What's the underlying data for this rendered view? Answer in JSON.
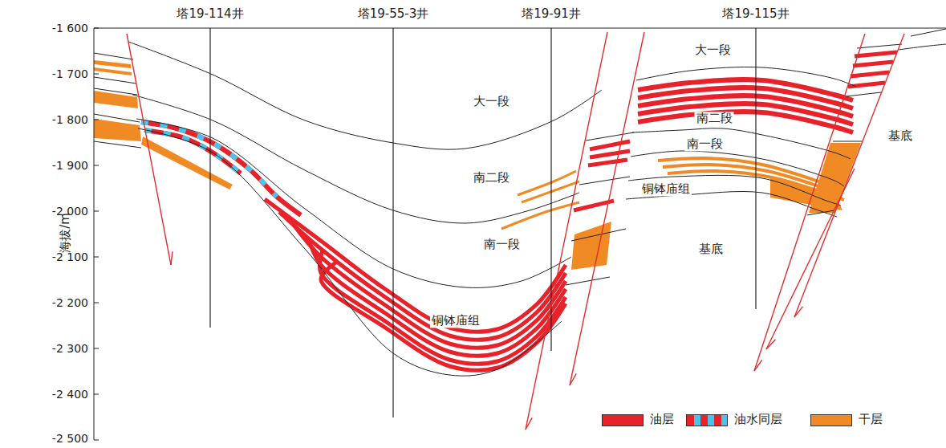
{
  "diagram": {
    "labels": [
      "塔19-114井",
      "塔19-55-3井",
      "塔19-91井",
      "塔19-115井",
      "-1 600",
      "-1 700",
      "-1 800",
      "-1 900",
      "-2 000",
      "-2 100",
      "-2 200",
      "-2 300",
      "-2 400",
      "-2 500",
      "海拔/m",
      "大一段",
      "南二段",
      "南一段",
      "铜钵庙组",
      "大一段",
      "南二段",
      "南一段",
      "铜钵庙组",
      "基底",
      "基底"
    ],
    "legend": [
      {
        "text": "油层",
        "color": "#e8222a"
      },
      {
        "text": "油水同层"
      },
      {
        "text": "干层",
        "color": "#f08a24"
      }
    ]
  }
}
